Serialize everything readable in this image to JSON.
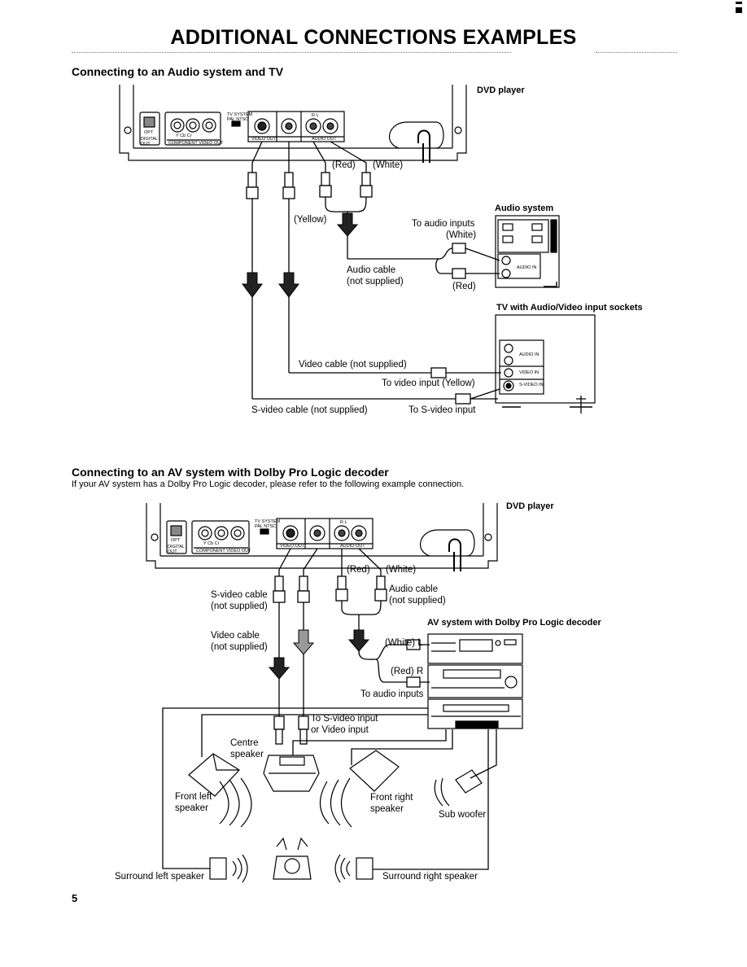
{
  "page": {
    "title": "ADDITIONAL CONNECTIONS EXAMPLES",
    "number": "5"
  },
  "section1": {
    "heading": "Connecting to an Audio system and TV",
    "dvd_label": "DVD player",
    "panel": {
      "tv_system": "TV SYSTEM",
      "pal_ntsc": "PAL  NTSC",
      "opt": "OPT",
      "digital_out": "DIGITAL OUT",
      "ycbcr": "Y    Cb    Cr",
      "component_out": "COMPONENT VIDEO OUT",
      "video_out": "VIDEO OUT",
      "audio_out": "AUDIO OUT",
      "rl": "R      L"
    },
    "red": "(Red)",
    "white": "(White)",
    "yellow": "(Yellow)",
    "audio_system_label": "Audio system",
    "to_audio_inputs": "To audio inputs",
    "white2": "(White)",
    "red2": "(Red)",
    "audio_cable": "Audio cable",
    "not_supplied": "(not supplied)",
    "audio_in": "AUDIO IN",
    "tv_label": "TV with Audio/Video input sockets",
    "tv_audio_in": "AUDIO IN",
    "tv_video_in": "VIDEO IN",
    "tv_svideo_in": "S-VIDEO IN",
    "video_cable": "Video cable (not supplied)",
    "to_video_input": "To video input (Yellow)",
    "svideo_cable": "S-video cable (not supplied)",
    "to_svideo_input": "To S-video input"
  },
  "section2": {
    "heading": "Connecting to an AV system with Dolby Pro Logic decoder",
    "intro": "If your AV system has a Dolby Pro Logic decoder, please refer to the following example connection.",
    "dvd_label": "DVD player",
    "red": "(Red)",
    "white": "(White)",
    "svideo_cable_1": "S-video cable",
    "svideo_cable_2": "(not supplied)",
    "audio_cable_1": "Audio cable",
    "audio_cable_2": "(not supplied)",
    "video_cable_1": "Video cable",
    "video_cable_2": "(not supplied)",
    "av_system_label": "AV system with Dolby Pro Logic decoder",
    "white_l": "(White) L",
    "red_r": "(Red) R",
    "to_audio_inputs": "To audio inputs",
    "to_svideo_1": "To S-video input",
    "to_svideo_2": "or Video input",
    "centre_1": "Centre",
    "centre_2": "speaker",
    "front_left_1": "Front left",
    "front_left_2": "speaker",
    "front_right_1": "Front right",
    "front_right_2": "speaker",
    "sub_woofer": "Sub woofer",
    "surround_left": "Surround left speaker",
    "surround_right": "Surround right speaker"
  }
}
